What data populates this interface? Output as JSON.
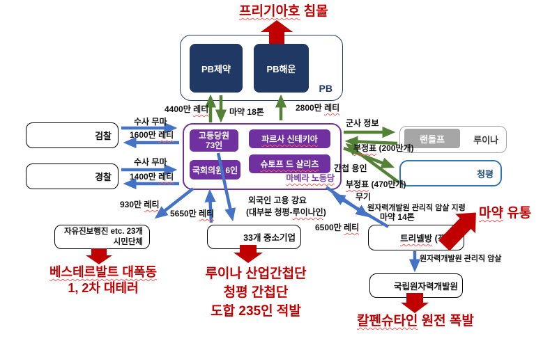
{
  "diagram": {
    "colors": {
      "navy": "#1F3864",
      "purple": "#7030A0",
      "arrow_green": "#538135",
      "arrow_blue": "#4472C4",
      "red": "#C00000",
      "gray": "#A6A6A6",
      "chungpyeong_blue": "#2E75B6"
    },
    "pb_group": {
      "tag": "PB",
      "pharma": [
        {
          "t": "PB제약"
        }
      ],
      "shipping": [
        {
          "t": "PB해운"
        }
      ]
    },
    "party": {
      "tag": [
        {
          "t": "마베라 노동당",
          "w": 1
        }
      ],
      "high_members_l1": [
        {
          "t": "고등당원"
        }
      ],
      "high_members_l2": [
        {
          "t": "73인"
        }
      ],
      "parsa": [
        {
          "t": "파르사 신테키아",
          "w": 1
        }
      ],
      "shtof": [
        {
          "t": "슈토프 드 살리츠",
          "w": 1
        }
      ],
      "assembly": [
        {
          "t": "국회의원 6인"
        }
      ]
    },
    "prosecution": [
      {
        "t": "검찰"
      }
    ],
    "police": [
      {
        "t": "경찰"
      }
    ],
    "luina": {
      "randolph": [
        {
          "t": "랜돌프"
        }
      ],
      "country": [
        {
          "t": "루이나"
        }
      ]
    },
    "chungpyeong": [
      {
        "t": "청평"
      }
    ],
    "civic_l1": [
      {
        "t": "자유진보행진 etc. 23개"
      }
    ],
    "civic_l2": [
      {
        "t": "시민단체"
      }
    ],
    "sme": [
      {
        "t": "33개 중소기업"
      }
    ],
    "gang": [
      {
        "t": "트리넬방",
        "w": 1
      },
      {
        "t": " (갱단)"
      }
    ],
    "nuclear_institute": [
      {
        "t": "국립원자력개발원"
      }
    ],
    "edge_labels": {
      "pay_pharma": [
        {
          "t": "4400만 "
        },
        {
          "t": "레티",
          "w": 1
        }
      ],
      "drug18": [
        {
          "t": "마약 18톤"
        }
      ],
      "pay_shipping": [
        {
          "t": "2800만 "
        },
        {
          "t": "레티",
          "w": 1
        }
      ],
      "coverup_prosecution": [
        {
          "t": "수사 무마"
        }
      ],
      "pay_prosecution": [
        {
          "t": "1600만 "
        },
        {
          "t": "레티",
          "w": 1
        }
      ],
      "coverup_police": [
        {
          "t": "수사 무마"
        }
      ],
      "pay_police": [
        {
          "t": "1400만 "
        },
        {
          "t": "레티",
          "w": 1
        }
      ],
      "pay_civic": [
        {
          "t": "930만 "
        },
        {
          "t": "레티",
          "w": 1
        }
      ],
      "pay_from_sme": [
        {
          "t": "5650만 "
        },
        {
          "t": "레티",
          "w": 1
        }
      ],
      "military_info": [
        {
          "t": "군사 정보"
        }
      ],
      "ballots200": [
        {
          "t": "부정표",
          "w": 1
        },
        {
          "t": " (200만개)"
        }
      ],
      "spy_tolerance": [
        {
          "t": "간첩 용인"
        }
      ],
      "ballots470": [
        {
          "t": "부정표",
          "w": 1
        },
        {
          "t": " (470만개)"
        }
      ],
      "weapons": [
        {
          "t": "무기"
        }
      ],
      "assassination_order": [
        {
          "t": "원자력개발원 관리직 암살 지령"
        }
      ],
      "drug14": [
        {
          "t": "마약 14톤"
        }
      ],
      "pay_from_gang": [
        {
          "t": "6500만 "
        },
        {
          "t": "레티",
          "w": 1
        }
      ],
      "employment_l1": [
        {
          "t": "외국인 고용 강요"
        }
      ],
      "employment_l2": [
        {
          "t": "(대부분 청평-"
        },
        {
          "t": "루이나인",
          "w": 1
        },
        {
          "t": ")"
        }
      ],
      "assassination": [
        {
          "t": "원자력개발원 관리직 암살"
        }
      ]
    },
    "outcomes": {
      "sinking": [
        {
          "t": "프리기아호",
          "w": 1
        },
        {
          "t": " 침몰"
        }
      ],
      "riot_l1": [
        {
          "t": "베스테르발트 대폭동",
          "w": 1
        }
      ],
      "riot_l2": [
        {
          "t": "1, 2차 대테러"
        }
      ],
      "spy_l1": [
        {
          "t": "루이나 산업간첩단"
        }
      ],
      "spy_l2": [
        {
          "t": "청평 간첩단"
        }
      ],
      "spy_l3": [
        {
          "t": "도합 235인 적발"
        }
      ],
      "drug_distribution": [
        {
          "t": "마약",
          "w": 1
        },
        {
          "t": " 유통"
        }
      ],
      "explosion": [
        {
          "t": "칼펜슈타인",
          "w": 1
        },
        {
          "t": " 원전 폭발"
        }
      ]
    }
  }
}
